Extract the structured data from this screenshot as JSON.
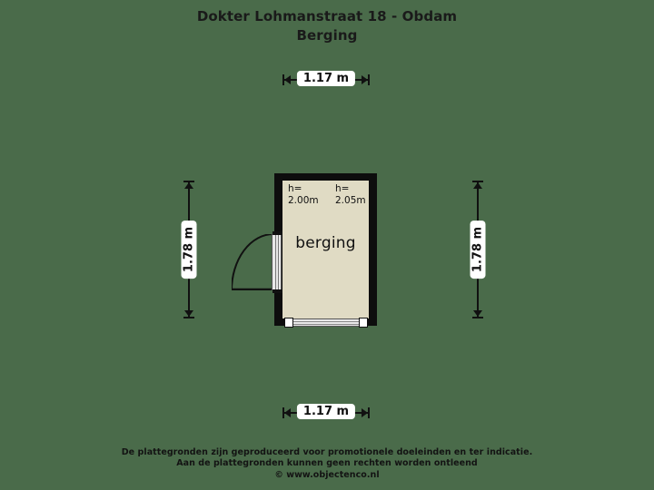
{
  "title": {
    "line1": "Dokter Lohmanstraat 18 - Obdam",
    "line2": "Berging"
  },
  "colors": {
    "background": "#4a6b4a",
    "room_fill": "#e0dbc4",
    "wall": "#0d0d0d",
    "text": "#111111",
    "label_background": "#ffffff"
  },
  "floorplan": {
    "room_label": "berging",
    "height_left": "h=\n2.00m",
    "height_right": "h=\n2.05m",
    "door_name": "door-swing-left-wall",
    "window_name": "window-bottom-wall"
  },
  "dimensions": {
    "top": "1.17 m",
    "bottom": "1.17 m",
    "left": "1.78 m",
    "right": "1.78 m"
  },
  "footer": {
    "line1": "De plattegronden zijn geproduceerd voor promotionele doeleinden en ter indicatie.",
    "line2": "Aan de plattegronden kunnen geen rechten worden ontleend",
    "line3": "© www.objectenco.nl"
  }
}
